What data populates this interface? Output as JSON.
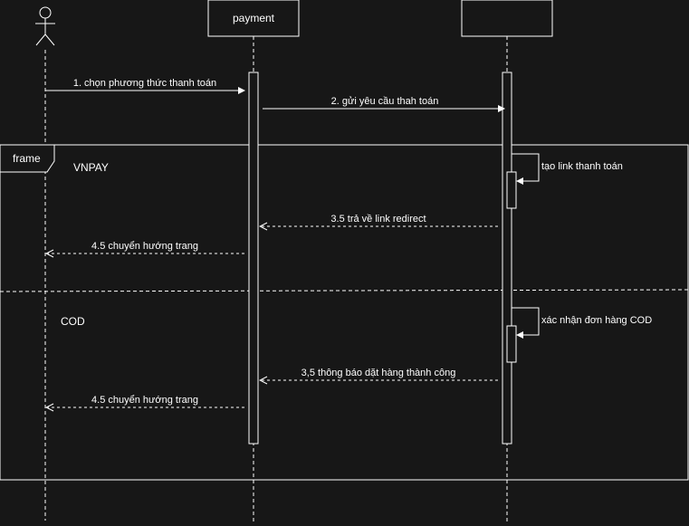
{
  "participants": {
    "payment": "payment",
    "right": ""
  },
  "frame": {
    "label": "frame",
    "sections": [
      "VNPAY",
      "COD"
    ]
  },
  "messages": {
    "m1": "1. chọn phương thức thanh toán",
    "m2": "2. gửi yêu cầu thah toán",
    "self1": "tạo link thanh toán",
    "m3a": "3.5 trả về link redirect",
    "m4a": "4.5 chuyển hướng trang",
    "self2": "xác nhận đơn hàng COD",
    "m3b": "3,5 thông báo dặt hàng thành công",
    "m4b": "4.5 chuyển hướng trang"
  },
  "colors": {
    "background": "#171717",
    "line": "#ffffff"
  }
}
